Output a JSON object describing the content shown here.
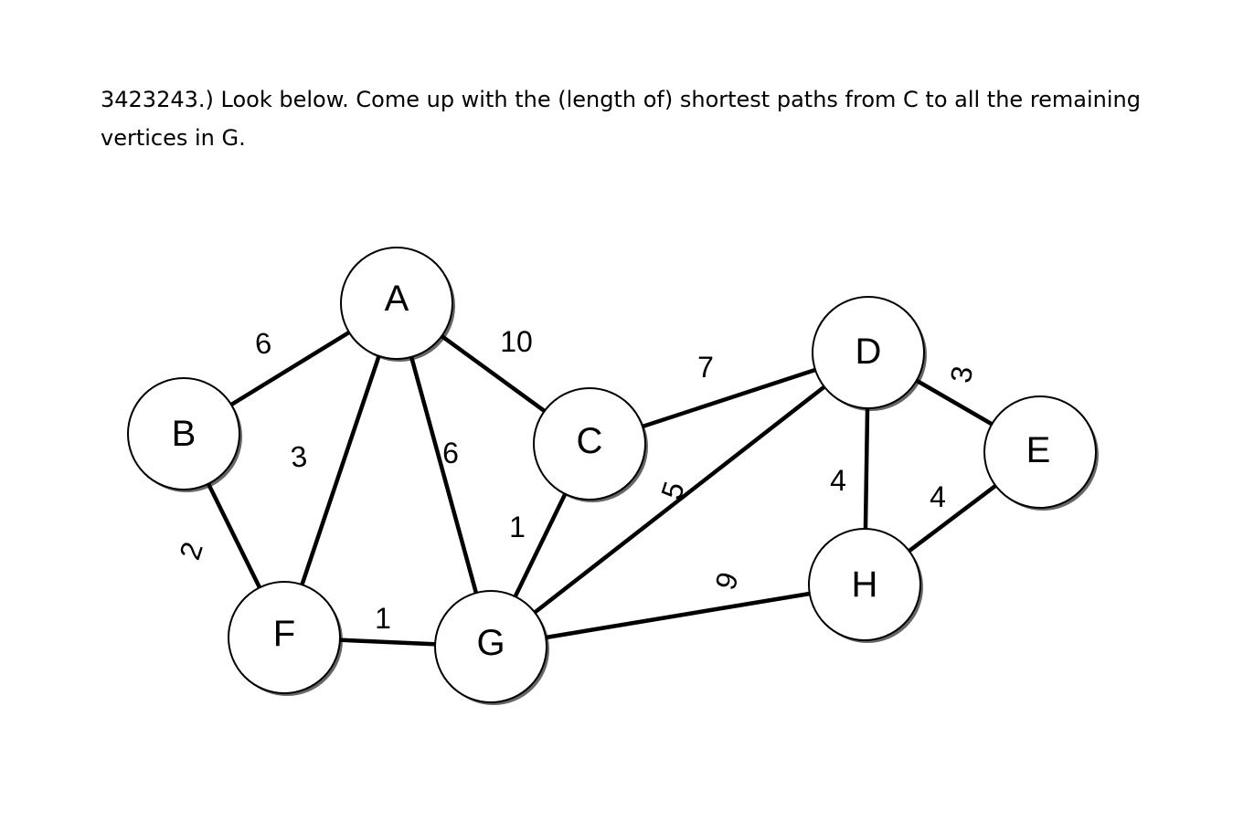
{
  "question": {
    "text": "3423243.) Look below. Come up with the (length of) shortest paths from C  to all the remaining vertices in G."
  },
  "graph": {
    "nodes": [
      {
        "id": "A",
        "label": "A"
      },
      {
        "id": "B",
        "label": "B"
      },
      {
        "id": "C",
        "label": "C"
      },
      {
        "id": "D",
        "label": "D"
      },
      {
        "id": "E",
        "label": "E"
      },
      {
        "id": "F",
        "label": "F"
      },
      {
        "id": "G",
        "label": "G"
      },
      {
        "id": "H",
        "label": "H"
      }
    ],
    "edges": [
      {
        "from": "A",
        "to": "B",
        "weight": "6"
      },
      {
        "from": "A",
        "to": "F",
        "weight": "3"
      },
      {
        "from": "A",
        "to": "G",
        "weight": "6"
      },
      {
        "from": "A",
        "to": "C",
        "weight": "10"
      },
      {
        "from": "B",
        "to": "F",
        "weight": "2"
      },
      {
        "from": "F",
        "to": "G",
        "weight": "1"
      },
      {
        "from": "C",
        "to": "G",
        "weight": "1"
      },
      {
        "from": "C",
        "to": "D",
        "weight": "7"
      },
      {
        "from": "D",
        "to": "G",
        "weight": "5"
      },
      {
        "from": "G",
        "to": "H",
        "weight": "9"
      },
      {
        "from": "D",
        "to": "H",
        "weight": "4"
      },
      {
        "from": "D",
        "to": "E",
        "weight": "3"
      },
      {
        "from": "E",
        "to": "H",
        "weight": "4"
      }
    ]
  }
}
